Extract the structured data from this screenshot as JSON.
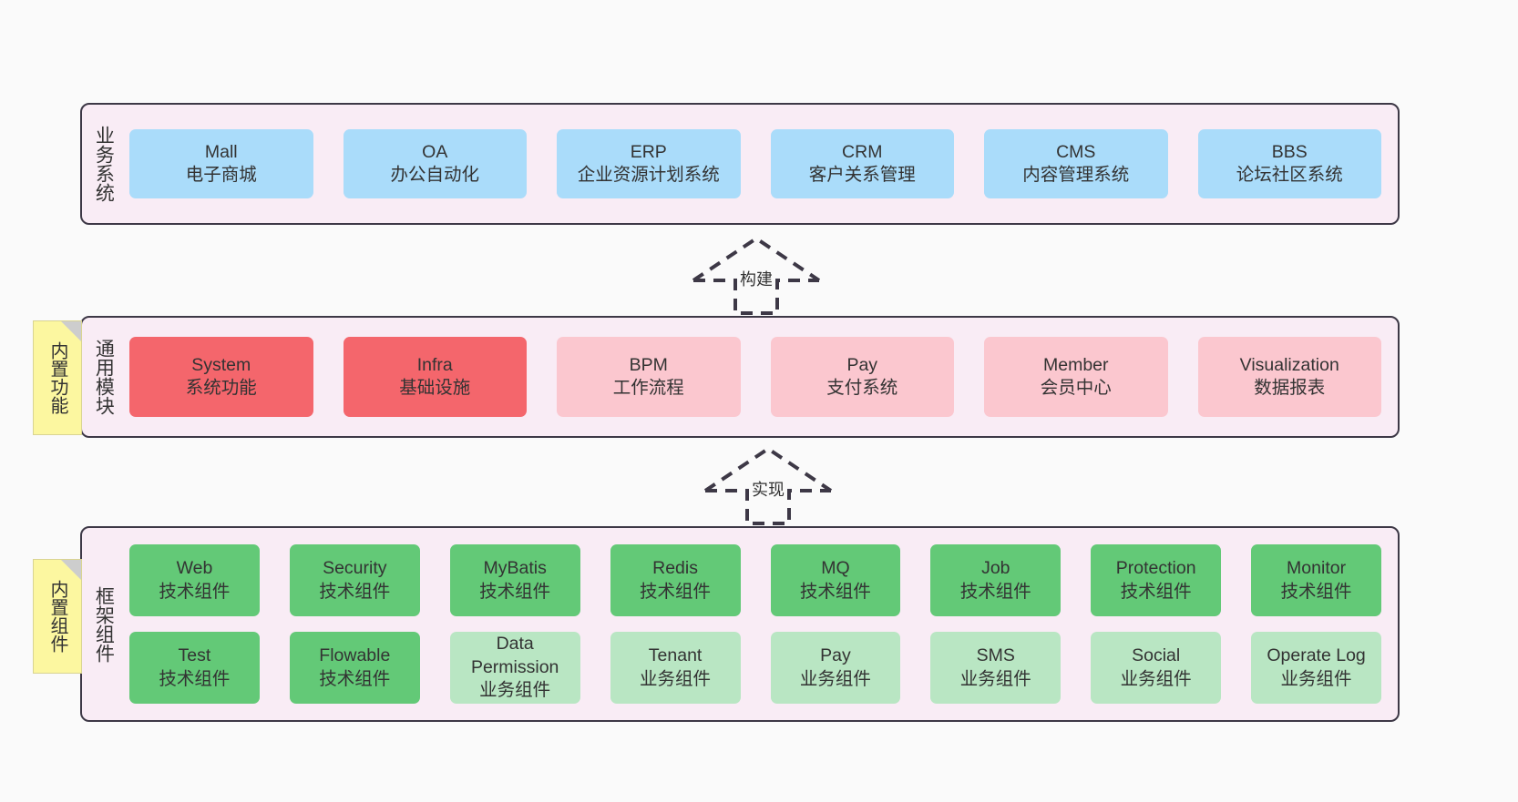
{
  "diagram": {
    "background_color": "#fafafa",
    "panel_color": "#f9ecf5",
    "panel_border_color": "#3d3846",
    "sticky_color": "#fcf7a0"
  },
  "layers": {
    "business": {
      "title": "业务系统",
      "box_color": "#aadcfa",
      "items": [
        {
          "en": "Mall",
          "cn": "电子商城"
        },
        {
          "en": "OA",
          "cn": "办公自动化"
        },
        {
          "en": "ERP",
          "cn": "企业资源计划系统"
        },
        {
          "en": "CRM",
          "cn": "客户关系管理"
        },
        {
          "en": "CMS",
          "cn": "内容管理系统"
        },
        {
          "en": "BBS",
          "cn": "论坛社区系统"
        }
      ]
    },
    "module": {
      "title": "通用模块",
      "sticky": "内置功能",
      "box_color_primary": "#f4666c",
      "box_color_secondary": "#fbc7cf",
      "items": [
        {
          "en": "System",
          "cn": "系统功能",
          "variant": "red"
        },
        {
          "en": "Infra",
          "cn": "基础设施",
          "variant": "red"
        },
        {
          "en": "BPM",
          "cn": "工作流程",
          "variant": "pink"
        },
        {
          "en": "Pay",
          "cn": "支付系统",
          "variant": "pink"
        },
        {
          "en": "Member",
          "cn": "会员中心",
          "variant": "pink"
        },
        {
          "en": "Visualization",
          "cn": "数据报表",
          "variant": "pink"
        }
      ]
    },
    "framework": {
      "title": "框架组件",
      "sticky": "内置组件",
      "box_color_tech": "#63c977",
      "box_color_biz": "#b9e6c3",
      "row1": [
        {
          "en": "Web",
          "cn": "技术组件",
          "variant": "green"
        },
        {
          "en": "Security",
          "cn": "技术组件",
          "variant": "green"
        },
        {
          "en": "MyBatis",
          "cn": "技术组件",
          "variant": "green"
        },
        {
          "en": "Redis",
          "cn": "技术组件",
          "variant": "green"
        },
        {
          "en": "MQ",
          "cn": "技术组件",
          "variant": "green"
        },
        {
          "en": "Job",
          "cn": "技术组件",
          "variant": "green"
        },
        {
          "en": "Protection",
          "cn": "技术组件",
          "variant": "green"
        },
        {
          "en": "Monitor",
          "cn": "技术组件",
          "variant": "green"
        }
      ],
      "row2": [
        {
          "en": "Test",
          "cn": "技术组件",
          "variant": "green"
        },
        {
          "en": "Flowable",
          "cn": "技术组件",
          "variant": "green"
        },
        {
          "en": "Data Permission",
          "cn": "业务组件",
          "variant": "lightgreen"
        },
        {
          "en": "Tenant",
          "cn": "业务组件",
          "variant": "lightgreen"
        },
        {
          "en": "Pay",
          "cn": "业务组件",
          "variant": "lightgreen"
        },
        {
          "en": "SMS",
          "cn": "业务组件",
          "variant": "lightgreen"
        },
        {
          "en": "Social",
          "cn": "业务组件",
          "variant": "lightgreen"
        },
        {
          "en": "Operate Log",
          "cn": "业务组件",
          "variant": "lightgreen"
        }
      ]
    }
  },
  "arrows": [
    {
      "label": "构建",
      "from": "module",
      "to": "business"
    },
    {
      "label": "实现",
      "from": "framework",
      "to": "module"
    }
  ]
}
